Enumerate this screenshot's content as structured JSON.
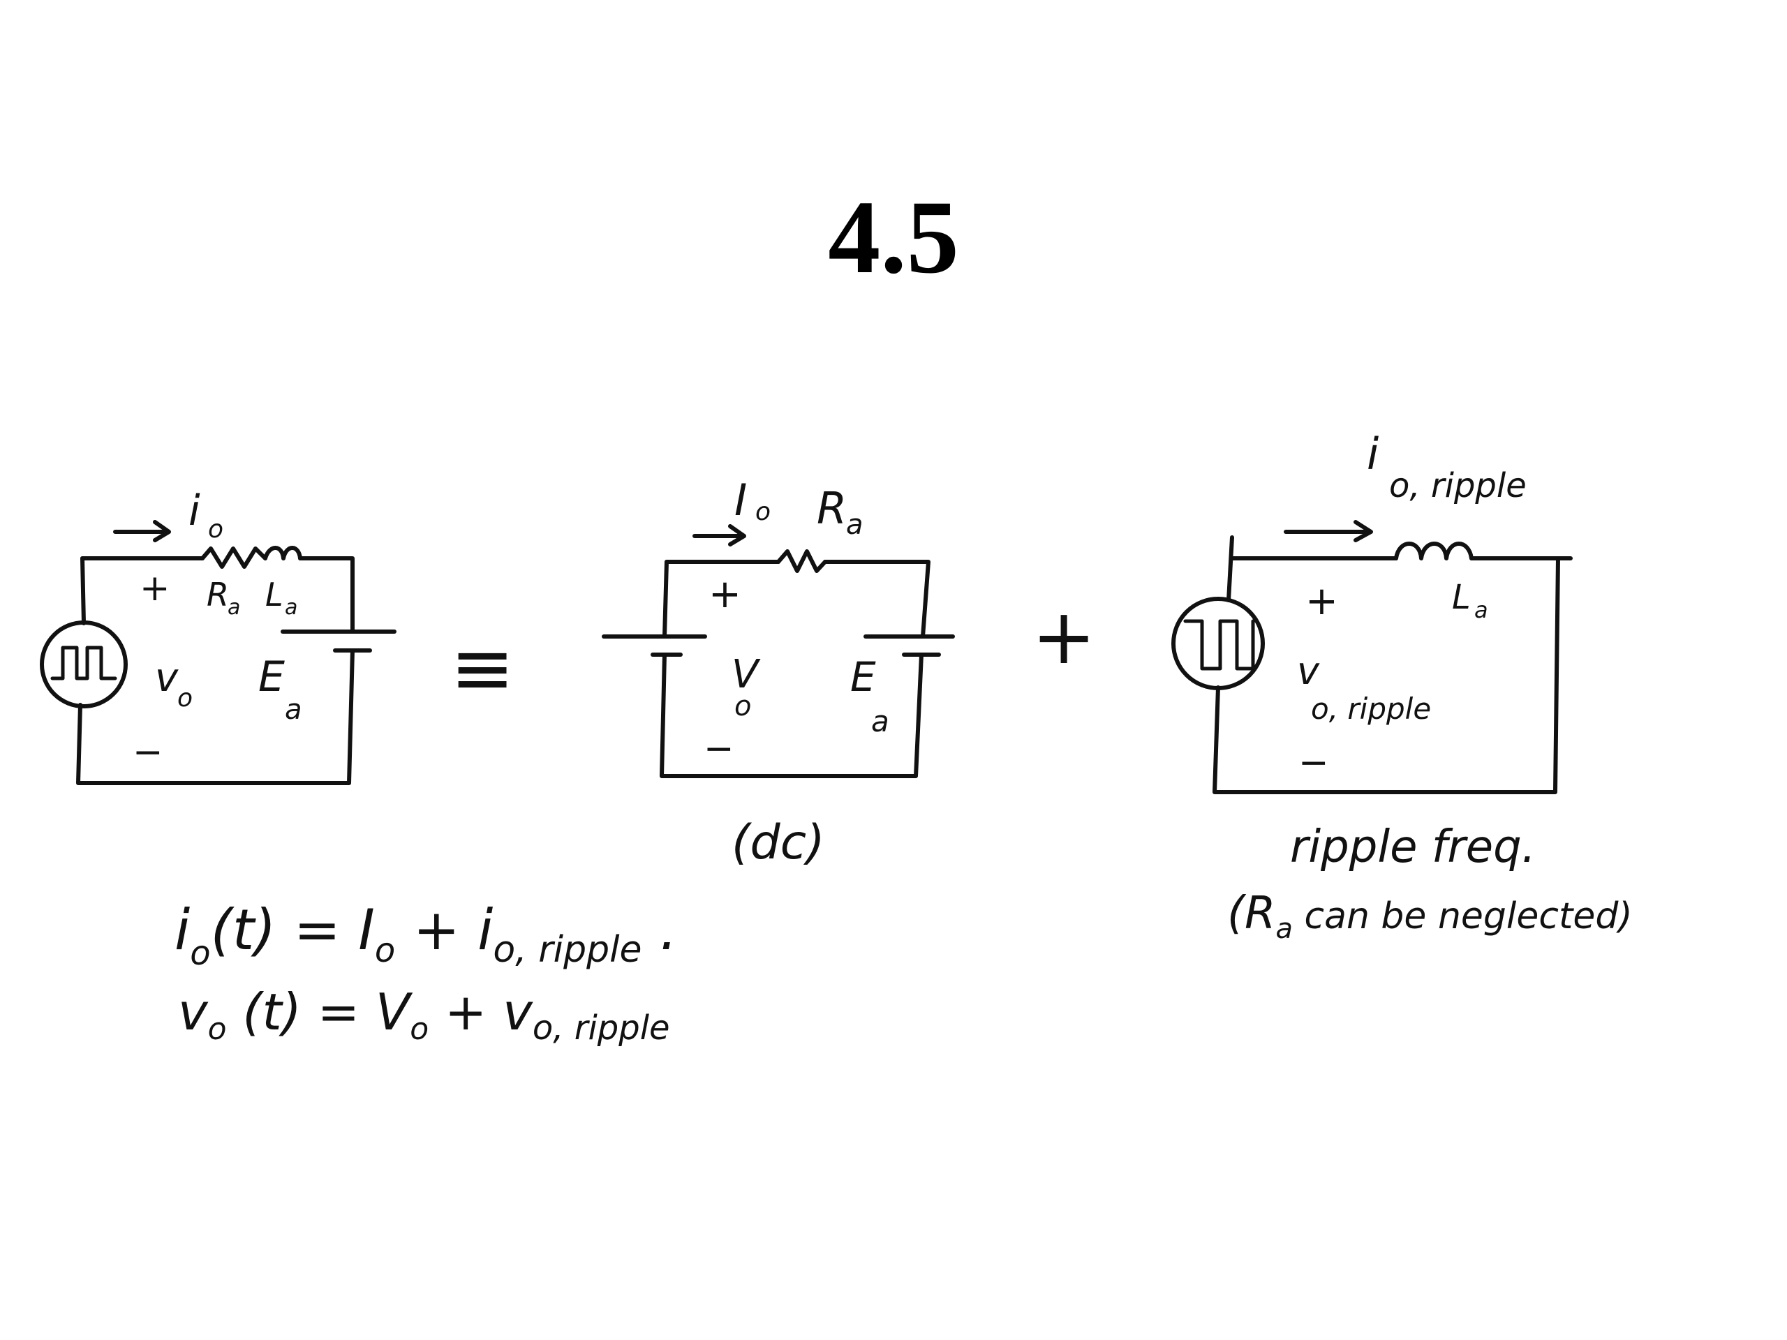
{
  "title": "4.5",
  "colors": {
    "ink": "#111111",
    "background": "#ffffff"
  },
  "circuits": {
    "full": {
      "current": "i",
      "current_sub": "o",
      "plus": "+",
      "minus": "−",
      "resistor": "R",
      "resistor_sub": "a",
      "inductor": "L",
      "inductor_sub": "a",
      "voltage": "v",
      "voltage_sub": "o",
      "emf": "E",
      "emf_sub": "a",
      "source_icon": "pulse-train-icon"
    },
    "equivalence_symbol": "≡",
    "dc": {
      "current": "I",
      "current_sub": "o",
      "resistor": "R",
      "resistor_sub": "a",
      "plus": "+",
      "minus": "−",
      "voltage": "V",
      "voltage_sub": "o",
      "emf": "E",
      "emf_sub": "a",
      "caption": "(dc)"
    },
    "plus_symbol": "+",
    "ripple": {
      "current": "i",
      "current_sub": "o, ripple",
      "inductor": "L",
      "inductor_sub": "a",
      "plus": "+",
      "minus": "−",
      "voltage": "v",
      "voltage_sub": "o, ripple",
      "source_icon": "square-wave-icon",
      "caption_line1": "ripple freq.",
      "caption_line2": "(R",
      "caption_line2_sub": "a",
      "caption_line2_rest": " can be neglected)"
    }
  },
  "equations": {
    "current": {
      "lhs": "i",
      "lhs_sub": "o",
      "lhs_rest": "(t) = I",
      "mid_sub": "o",
      "mid_rest": " + i",
      "rhs_sub": "o, ripple",
      "rhs_end": " ."
    },
    "voltage": {
      "lhs": "v",
      "lhs_sub": "o",
      "lhs_rest": " (t) = V",
      "mid_sub": "o",
      "mid_rest": " + v",
      "rhs_sub": "o, ripple"
    }
  }
}
